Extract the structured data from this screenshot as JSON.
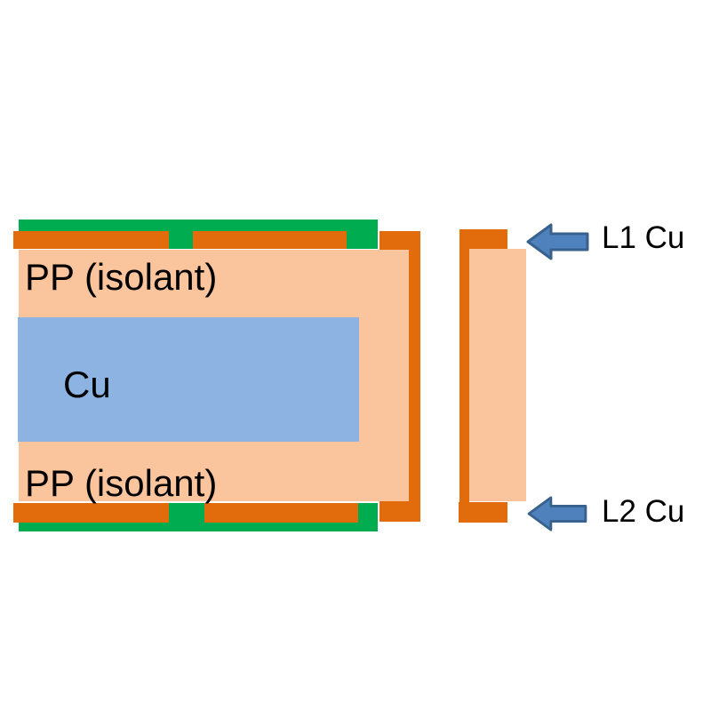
{
  "colors": {
    "background": "#FFFFFF",
    "copper_orange": "#E26B0C",
    "solder_green": "#00AC50",
    "pp_peach": "#FAC49C",
    "cu_blue": "#8DB3E2",
    "arrow_fill": "#4F81BD",
    "arrow_stroke": "#38618C",
    "text_black": "#000000"
  },
  "main_stack": {
    "pp_top_label": "PP（isolant）",
    "cu_core_label": "Cu",
    "pp_bottom_label": "PP（isolant）"
  },
  "annotations": {
    "l1": {
      "label": "L1 Cu"
    },
    "l2": {
      "label": "L2 Cu"
    }
  },
  "icons": {
    "l1_arrow": "left-block-arrow",
    "l2_arrow": "left-block-arrow"
  }
}
